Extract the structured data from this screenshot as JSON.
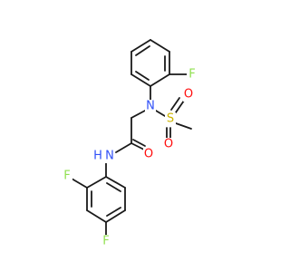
{
  "molecule": {
    "atoms": [
      {
        "id": "F_top",
        "label": "F",
        "color": "#90e050"
      },
      {
        "id": "N_sulf",
        "label": "N",
        "color": "#3050f8"
      },
      {
        "id": "S",
        "label": "S",
        "color": "#ccb400"
      },
      {
        "id": "O_s1",
        "label": "O",
        "color": "#ff0d0d"
      },
      {
        "id": "O_s2",
        "label": "O",
        "color": "#ff0d0d"
      },
      {
        "id": "NH",
        "label": "N",
        "color": "#3050f8"
      },
      {
        "id": "H",
        "label": "H",
        "color": "#3050f8"
      },
      {
        "id": "O_amide",
        "label": "O",
        "color": "#ff0d0d"
      },
      {
        "id": "F_left",
        "label": "F",
        "color": "#90e050"
      },
      {
        "id": "F_bottom",
        "label": "F",
        "color": "#90e050"
      }
    ]
  }
}
